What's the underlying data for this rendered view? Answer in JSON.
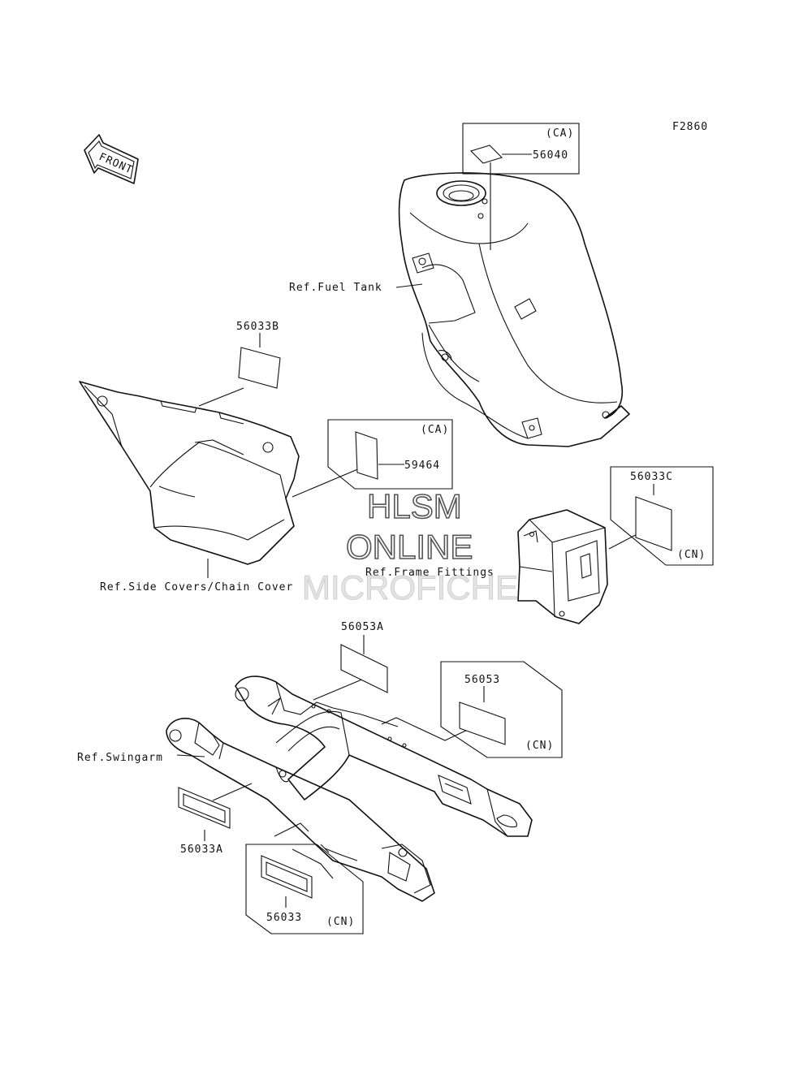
{
  "figure_code": "F2860",
  "front_arrow": {
    "text": "FRONT",
    "icon": "front-direction-arrow-icon"
  },
  "labels": {
    "ca_fuel": "(CA)",
    "p56040": "56040",
    "ref_fuel_tank": "Ref.Fuel Tank",
    "p56033b": "56033B",
    "ca_side": "(CA)",
    "p59464": "59464",
    "ref_side_covers": "Ref.Side Covers/Chain Cover",
    "ref_frame_fittings": "Ref.Frame Fittings",
    "p56033c": "56033C",
    "cn_frame": "(CN)",
    "p56053a": "56053A",
    "p56053": "56053",
    "cn_swing": "(CN)",
    "ref_swingarm": "Ref.Swingarm",
    "p56033a": "56033A",
    "p56033": "56033",
    "cn_bottom": "(CN)"
  },
  "watermark": {
    "line1": "HLSM",
    "line2": "ONLINE",
    "line3": "MICROFICHE"
  }
}
